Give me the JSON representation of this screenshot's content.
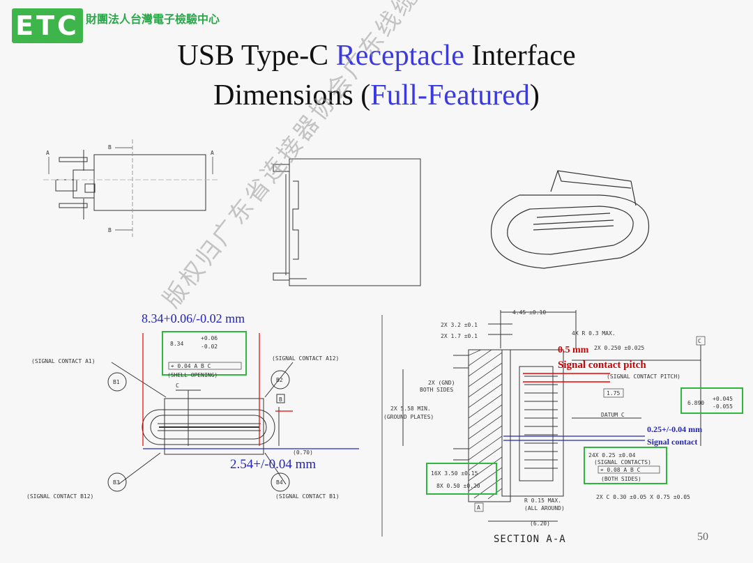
{
  "logo": {
    "text": "ETC",
    "brand_color": "#3db54a"
  },
  "org_name": "財團法人台灣電子檢驗中心",
  "title": {
    "line1_a": "USB Type-C ",
    "line1_b": "Receptacle",
    "line1_c": " Interface",
    "line2_a": "Dimensions (",
    "line2_b": "Full-Featured",
    "line2_c": ")",
    "highlight_color": "#3a3ae0"
  },
  "watermark": "版权归广东省连接器协会广东线缆协会所有",
  "annotations": {
    "opening_width": "8.34+0.06/-0.02 mm",
    "shell_height": "2.54+/-0.04 mm",
    "pitch_value": "0.5 mm",
    "pitch_label": "Signal contact pitch",
    "contact_width_value": "0.25+/-0.04 mm",
    "contact_width_label": "Signal contact"
  },
  "front_view_labels": {
    "a1": "(SIGNAL CONTACT A1)",
    "a12": "(SIGNAL CONTACT A12)",
    "b12": "(SIGNAL CONTACT B12)",
    "b1": "(SIGNAL CONTACT B1)",
    "b1_bubble": "B1",
    "b2_bubble": "B2",
    "b3_bubble": "B3",
    "b4_bubble": "B4",
    "datum_b": "B",
    "datum_c": "C",
    "ref_070": "(0.70)",
    "dim_834": "8.34",
    "tol_834_plus": "+0.06",
    "tol_834_minus": "-0.02",
    "fcf_834": "⌖ 0.04 A B C",
    "shell_opening": "(SHELL OPENING)"
  },
  "section_labels": {
    "d445": "4.45 ±0.10",
    "d32": "2X 3.2 ±0.1",
    "d17": "2X 1.7 ±0.1",
    "r03": "4X R 0.3 MAX.",
    "d025": "2X 0.250 ±0.025",
    "gnd": "2X (GND)",
    "both": "BOTH SIDES",
    "sig_pitch": "(SIGNAL CONTACT PITCH)",
    "d175": "1.75",
    "d558": "2X 5.58 MIN.",
    "ground_plates": "(GROUND PLATES)",
    "datum_c": "DATUM C",
    "d6890": "6.890",
    "tol6890_plus": "+0.045",
    "tol6890_minus": "-0.055",
    "datum_c_box": "C",
    "d24x": "24X  0.25 ±0.04",
    "sig_contacts": "(SIGNAL CONTACTS)",
    "fcf_025": "⌖ 0.08 A B C",
    "both_sides": "(BOTH SIDES)",
    "d350": "16X 3.50 ±0.15",
    "d050": "8X 0.50 ±0.20",
    "datum_a": "A",
    "r015": "R 0.15 MAX.",
    "all_around": "(ALL AROUND)",
    "d2xc": "2X C 0.30 ±0.05 X 0.75 ±0.05",
    "d620": "(6.20)"
  },
  "section_caption": "SECTION A-A",
  "page_number": "50",
  "top_view_labels": {
    "a": "A",
    "b": "B"
  }
}
